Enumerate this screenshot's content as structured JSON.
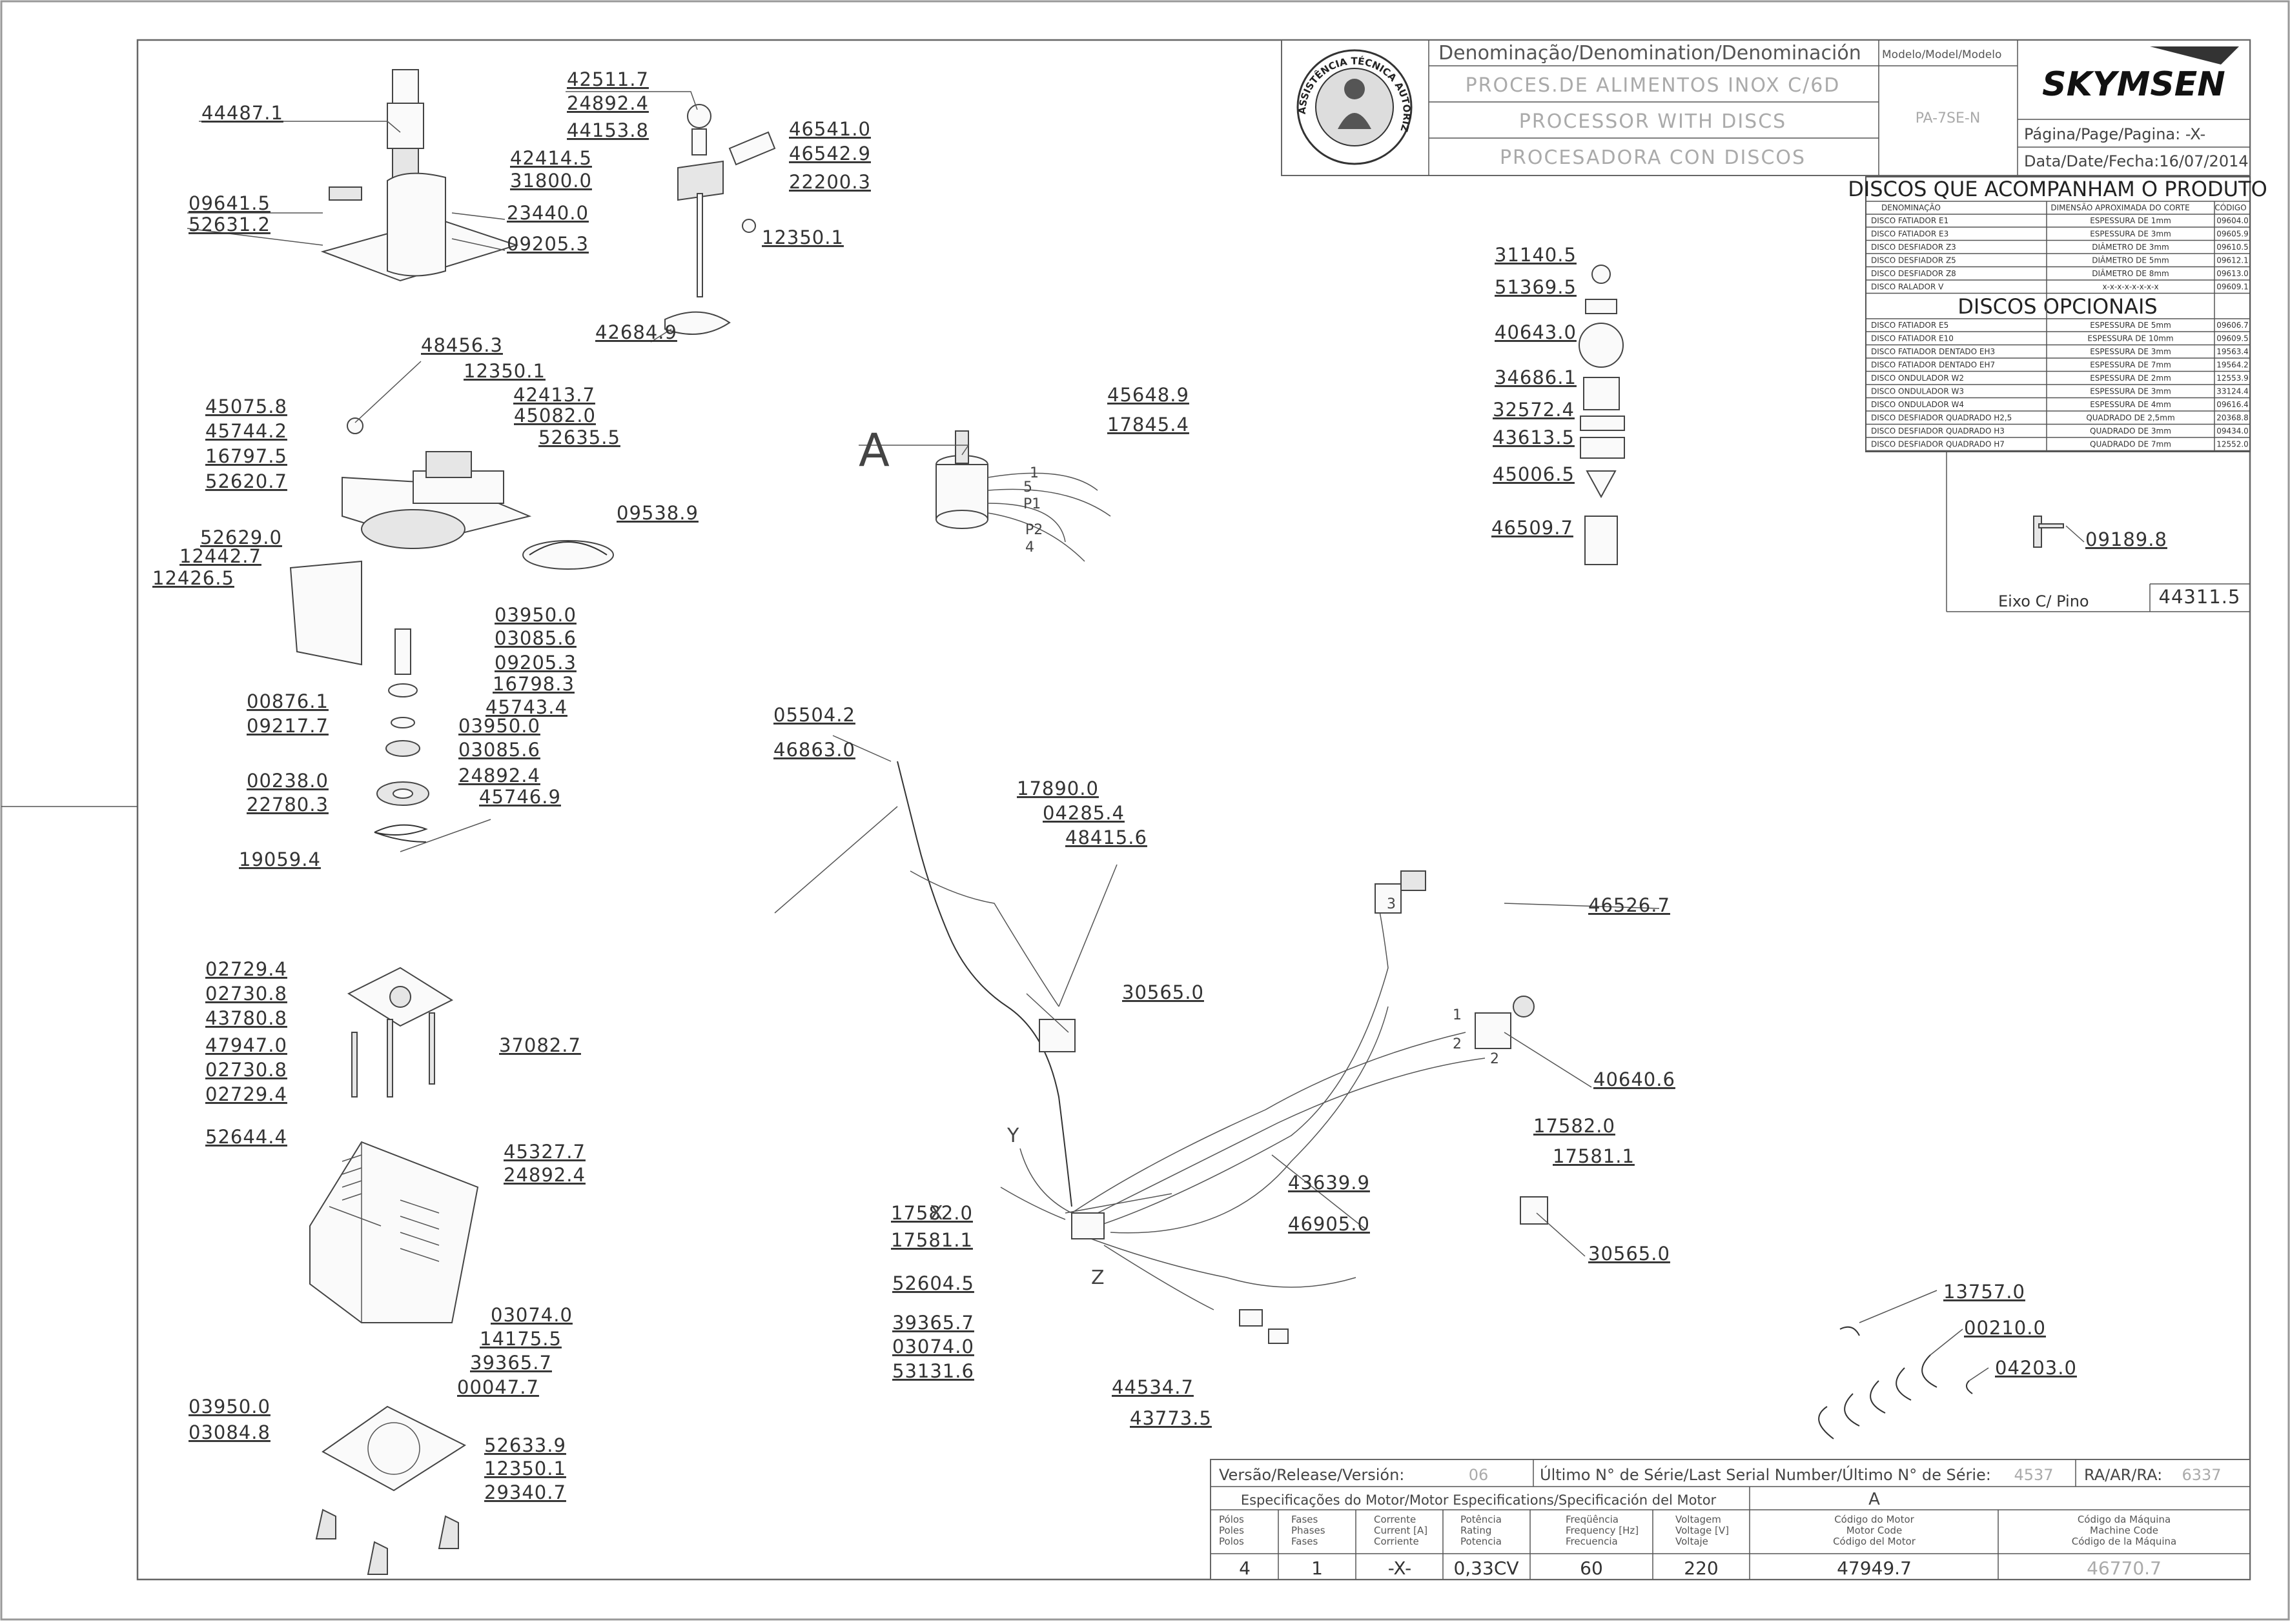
{
  "title_block": {
    "denomination_header": "Denominação/Denomination/Denominación",
    "model_header": "Modelo/Model/Modelo",
    "name_pt": "PROCES.DE ALIMENTOS INOX C/6D",
    "name_en": "PROCESSOR WITH DISCS",
    "name_es": "PROCESADORA CON DISCOS",
    "model": "PA-7SE-N",
    "page": "Página/Page/Pagina: -X-",
    "date": "Data/Date/Fecha:16/07/2014",
    "brand": "SKYMSEN",
    "seal_text": "ASSISTÊNCIA TÉCNICA AUTORIZADA"
  },
  "discs_included": {
    "title": "DISCOS QUE ACOMPANHAM O PRODUTO",
    "headers": [
      "DENOMINAÇÃO",
      "DIMENSÃO APROXIMADA DO CORTE",
      "CÓDIGO"
    ],
    "rows": [
      [
        "DISCO FATIADOR E1",
        "ESPESSURA DE 1mm",
        "09604.0"
      ],
      [
        "DISCO FATIADOR E3",
        "ESPESSURA DE 3mm",
        "09605.9"
      ],
      [
        "DISCO DESFIADOR Z3",
        "DIÂMETRO DE 3mm",
        "09610.5"
      ],
      [
        "DISCO DESFIADOR Z5",
        "DIÂMETRO DE 5mm",
        "09612.1"
      ],
      [
        "DISCO DESFIADOR Z8",
        "DIÂMETRO DE 8mm",
        "09613.0"
      ],
      [
        "DISCO RALADOR V",
        "x-x-x-x-x-x-x-x",
        "09609.1"
      ]
    ]
  },
  "discs_optional": {
    "title": "DISCOS OPCIONAIS",
    "rows": [
      [
        "DISCO FATIADOR E5",
        "ESPESSURA DE 5mm",
        "09606.7"
      ],
      [
        "DISCO FATIADOR E10",
        "ESPESSURA DE 10mm",
        "09609.5"
      ],
      [
        "DISCO FATIADOR DENTADO EH3",
        "ESPESSURA DE 3mm",
        "19563.4"
      ],
      [
        "DISCO FATIADOR DENTADO EH7",
        "ESPESSURA DE 7mm",
        "19564.2"
      ],
      [
        "DISCO ONDULADOR W2",
        "ESPESSURA DE 2mm",
        "12553.9"
      ],
      [
        "DISCO ONDULADOR W3",
        "ESPESSURA DE 3mm",
        "33124.4"
      ],
      [
        "DISCO ONDULADOR W4",
        "ESPESSURA DE 4mm",
        "09616.4"
      ],
      [
        "DISCO DESFIADOR QUADRADO H2,5",
        "QUADRADO DE 2,5mm",
        "20368.8"
      ],
      [
        "DISCO DESFIADOR QUADRADO H3",
        "QUADRADO DE 3mm",
        "09434.0"
      ],
      [
        "DISCO DESFIADOR QUADRADO H7",
        "QUADRADO DE 7mm",
        "12552.0"
      ]
    ]
  },
  "shaft_box": {
    "part": "09189.8",
    "caption": "Eixo C/ Pino",
    "code": "44311.5"
  },
  "bottom_block": {
    "version_label": "Versão/Release/Versión:",
    "version": "06",
    "serial_label": "Último N° de Série/Last Serial Number/Último N° de Série:",
    "serial": "4537",
    "ra_label": "RA/AR/RA:",
    "ra": "6337",
    "motor_spec_label": "Especificações do Motor/Motor Especifications/Specificación del Motor",
    "motor_letter": "A",
    "cols": [
      {
        "h": [
          "Pólos",
          "Poles",
          "Polos"
        ],
        "v": "4"
      },
      {
        "h": [
          "Fases",
          "Phases",
          "Fases"
        ],
        "v": "1"
      },
      {
        "h": [
          "Corrente",
          "Current [A]",
          "Corriente"
        ],
        "v": "-X-"
      },
      {
        "h": [
          "Potência",
          "Rating",
          "Potencia"
        ],
        "v": "0,33CV"
      },
      {
        "h": [
          "Freqüência",
          "Frequency [Hz]",
          "Frecuencia"
        ],
        "v": "60"
      },
      {
        "h": [
          "Voltagem",
          "Voltage [V]",
          "Voltaje"
        ],
        "v": "220"
      },
      {
        "h": [
          "Código do Motor",
          "Motor Code",
          "Código del Motor"
        ],
        "v": "47949.7"
      },
      {
        "h": [
          "Código da Máquina",
          "Machine Code",
          "Código de la Máquina"
        ],
        "v": "46770.7"
      }
    ]
  },
  "part_labels": [
    "44487.1",
    "09641.5",
    "52631.2",
    "23440.0",
    "09205.3",
    "42511.7",
    "24892.4",
    "44153.8",
    "42414.5",
    "31800.0",
    "46541.0",
    "46542.9",
    "22200.3",
    "12350.1",
    "42684.9",
    "48456.3",
    "12350.1",
    "42413.7",
    "45082.0",
    "52635.5",
    "45075.8",
    "45744.2",
    "16797.5",
    "52620.7",
    "52629.0",
    "12442.7",
    "12426.5",
    "09538.9",
    "03950.0",
    "03085.6",
    "09205.3",
    "16798.3",
    "45743.4",
    "03950.0",
    "03085.6",
    "24892.4",
    "00876.1",
    "09217.7",
    "00238.0",
    "22780.3",
    "45746.9",
    "19059.4",
    "02729.4",
    "02730.8",
    "43780.8",
    "47947.0",
    "02730.8",
    "02729.4",
    "37082.7",
    "52644.4",
    "45327.7",
    "24892.4",
    "03074.0",
    "14175.5",
    "39365.7",
    "00047.7",
    "03950.0",
    "03084.8",
    "52633.9",
    "12350.1",
    "29340.7",
    "45648.9",
    "17845.4",
    "31140.5",
    "51369.5",
    "40643.0",
    "34686.1",
    "32572.4",
    "43613.5",
    "45006.5",
    "46509.7",
    "05504.2",
    "46863.0",
    "17890.0",
    "04285.4",
    "48415.6",
    "46526.7",
    "30565.0",
    "40640.6",
    "17582.0",
    "17581.1",
    "43639.9",
    "46905.0",
    "30565.0",
    "17582.0",
    "17581.1",
    "52604.5",
    "39365.7",
    "03074.0",
    "53131.6",
    "44534.7",
    "43773.5",
    "13757.0",
    "00210.0",
    "04203.0"
  ],
  "wire_marks": [
    "A",
    "X",
    "Y",
    "Z",
    "1",
    "5",
    "P1",
    "P2",
    "4",
    "3",
    "1",
    "2",
    "2"
  ]
}
